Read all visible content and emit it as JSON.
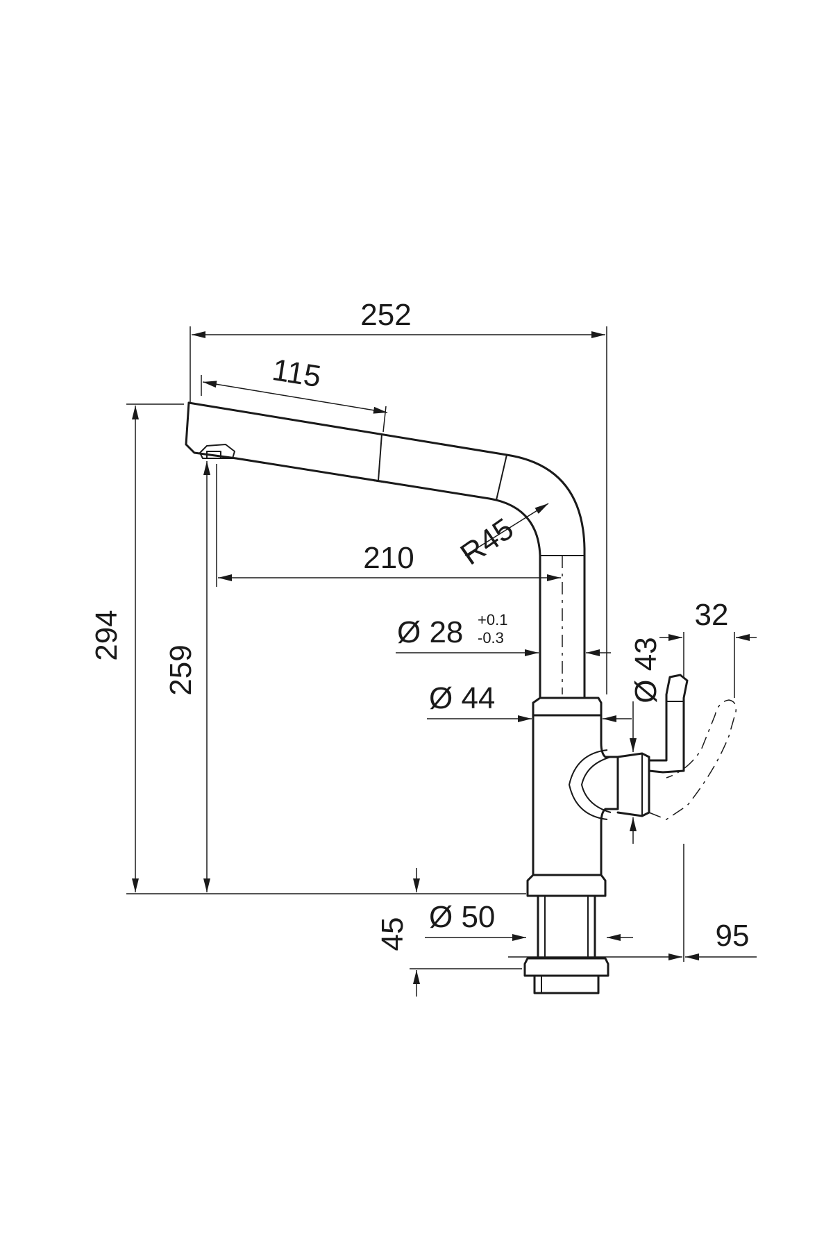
{
  "drawing": {
    "dimensions": {
      "overall_width": "252",
      "spout_length": "115",
      "reach": "210",
      "bend_radius": "R45",
      "tube_diameter": "Ø 28",
      "tube_tol_upper": "+0.1",
      "tube_tol_lower": "-0.3",
      "body_diameter_upper": "Ø 44",
      "handle_diameter": "Ø 43",
      "handle_width": "32",
      "overall_height": "294",
      "outlet_height": "259",
      "base_diameter": "Ø 50",
      "shank_length": "45",
      "handle_reach": "95"
    }
  }
}
